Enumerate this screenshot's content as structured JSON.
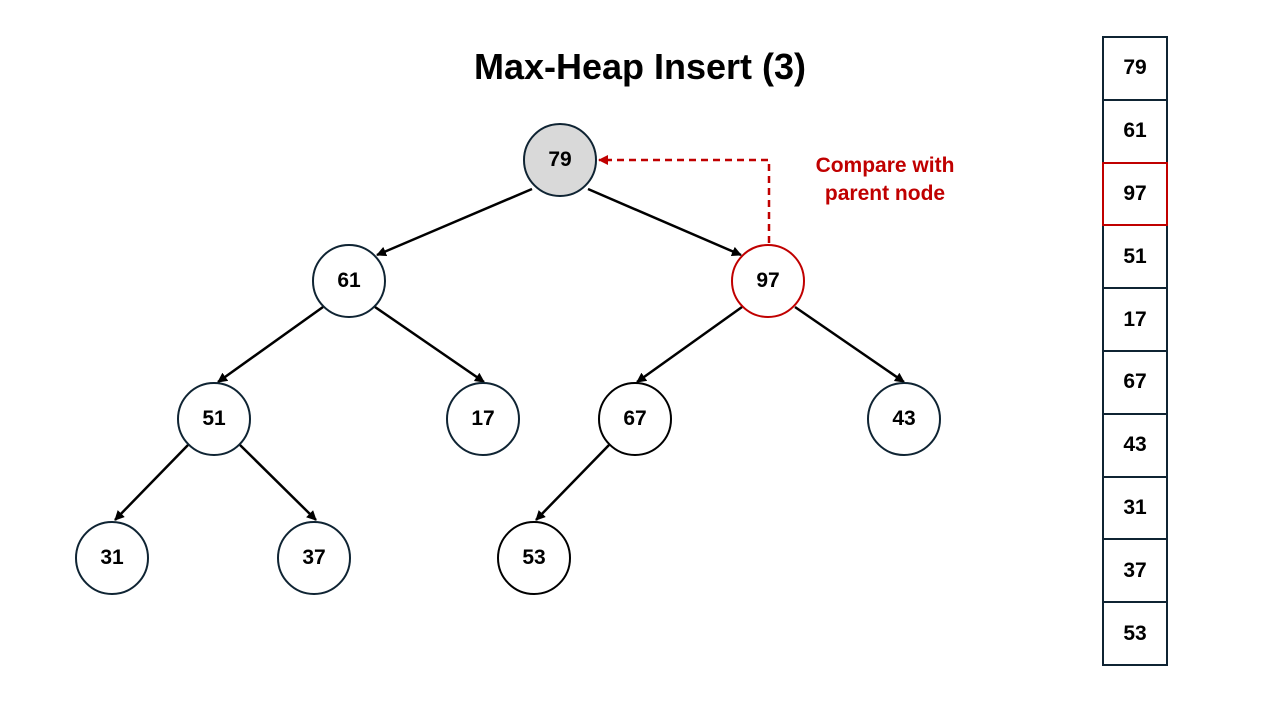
{
  "title": "Max-Heap Insert (3)",
  "annotation": {
    "line1": "Compare with",
    "line2": "parent node"
  },
  "colors": {
    "node_border": "#0f2433",
    "node_border_dark": "#000000",
    "root_fill": "#d9d9d9",
    "highlight": "#c00000"
  },
  "tree": {
    "nodes": [
      {
        "id": "n79",
        "value": "79"
      },
      {
        "id": "n61",
        "value": "61"
      },
      {
        "id": "n97",
        "value": "97"
      },
      {
        "id": "n51",
        "value": "51"
      },
      {
        "id": "n17",
        "value": "17"
      },
      {
        "id": "n67",
        "value": "67"
      },
      {
        "id": "n43",
        "value": "43"
      },
      {
        "id": "n31",
        "value": "31"
      },
      {
        "id": "n37",
        "value": "37"
      },
      {
        "id": "n53",
        "value": "53"
      }
    ],
    "edges": [
      {
        "from": "n79",
        "to": "n61"
      },
      {
        "from": "n79",
        "to": "n97"
      },
      {
        "from": "n61",
        "to": "n51"
      },
      {
        "from": "n61",
        "to": "n17"
      },
      {
        "from": "n97",
        "to": "n67"
      },
      {
        "from": "n97",
        "to": "n43"
      },
      {
        "from": "n51",
        "to": "n31"
      },
      {
        "from": "n51",
        "to": "n37"
      },
      {
        "from": "n67",
        "to": "n53"
      }
    ],
    "comparison": {
      "from": "n97",
      "to": "n79"
    }
  },
  "array": {
    "cells": [
      "79",
      "61",
      "97",
      "51",
      "17",
      "67",
      "43",
      "31",
      "37",
      "53"
    ],
    "highlight_index": 2
  }
}
